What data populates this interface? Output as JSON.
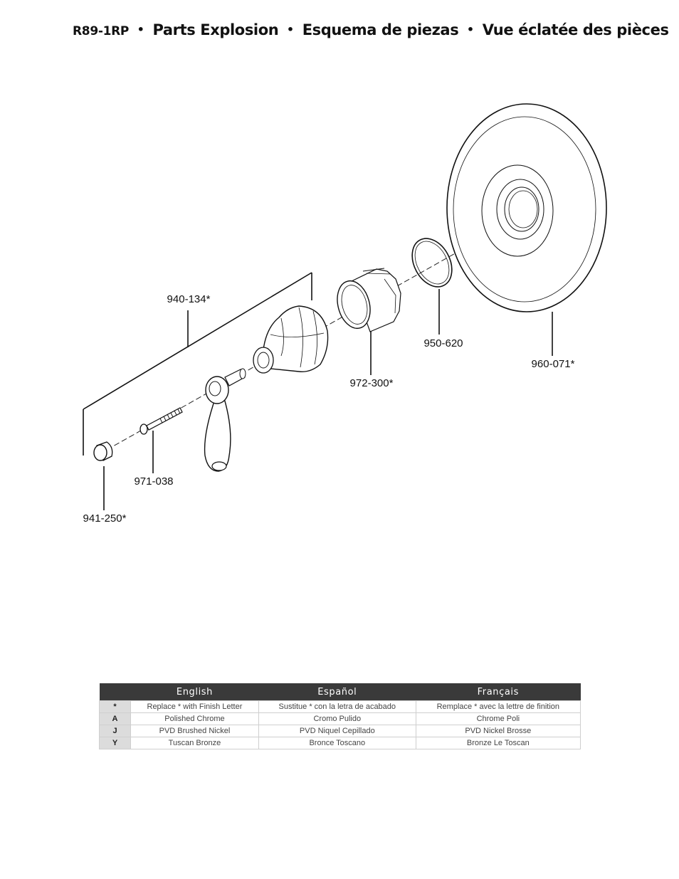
{
  "header": {
    "model": "R89-1RP",
    "separator": "•",
    "title_en": "Parts Explosion",
    "title_es": "Esquema de piezas",
    "title_fr": "Vue éclatée des pièces"
  },
  "diagram": {
    "callouts": {
      "handle_assembly": "940-134*",
      "button": "941-250*",
      "screw": "971-038",
      "sleeve": "972-300*",
      "oring": "950-620",
      "escutcheon": "960-071*"
    }
  },
  "finish_table": {
    "headers": [
      "English",
      "Español",
      "Français"
    ],
    "rows": [
      {
        "code": "*",
        "en": "Replace * with Finish Letter",
        "es": "Sustitue * con la letra de acabado",
        "fr": "Remplace * avec la lettre de finition"
      },
      {
        "code": "A",
        "en": "Polished Chrome",
        "es": "Cromo Pulido",
        "fr": "Chrome Poli"
      },
      {
        "code": "J",
        "en": "PVD Brushed Nickel",
        "es": "PVD Niquel Cepillado",
        "fr": "PVD Nickel Brosse"
      },
      {
        "code": "Y",
        "en": "Tuscan Bronze",
        "es": "Bronce Toscano",
        "fr": "Bronze Le Toscan"
      }
    ]
  }
}
